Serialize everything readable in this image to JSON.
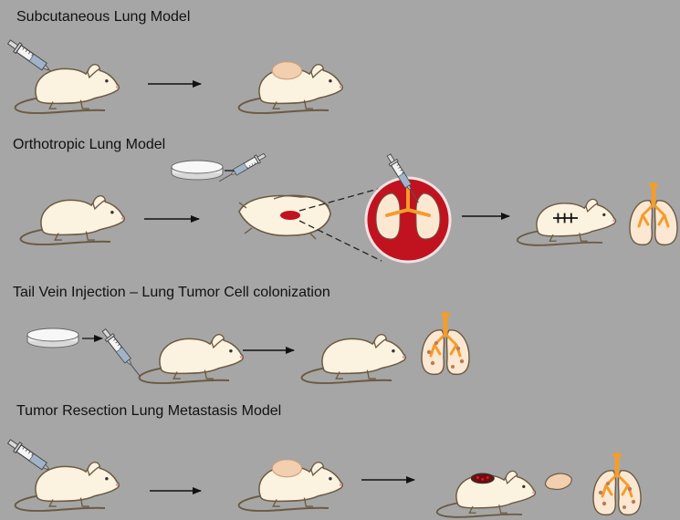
{
  "sections": [
    {
      "title": "Subcutaneous Lung Model"
    },
    {
      "title": "Orthotropic Lung Model"
    },
    {
      "title": "Tail Vein Injection – Lung Tumor Cell colonization"
    },
    {
      "title": "Tumor Resection Lung Metastasis Model"
    }
  ],
  "colors": {
    "background": "#a6a6a6",
    "mouse_body": "#fbf2df",
    "mouse_outline": "#6b5a42",
    "tumor": "#f2cfae",
    "blood_red": "#c1121f",
    "lung_tissue": "#fbe7d2",
    "airway": "#f29d2c",
    "lesion": "#b87c58"
  }
}
